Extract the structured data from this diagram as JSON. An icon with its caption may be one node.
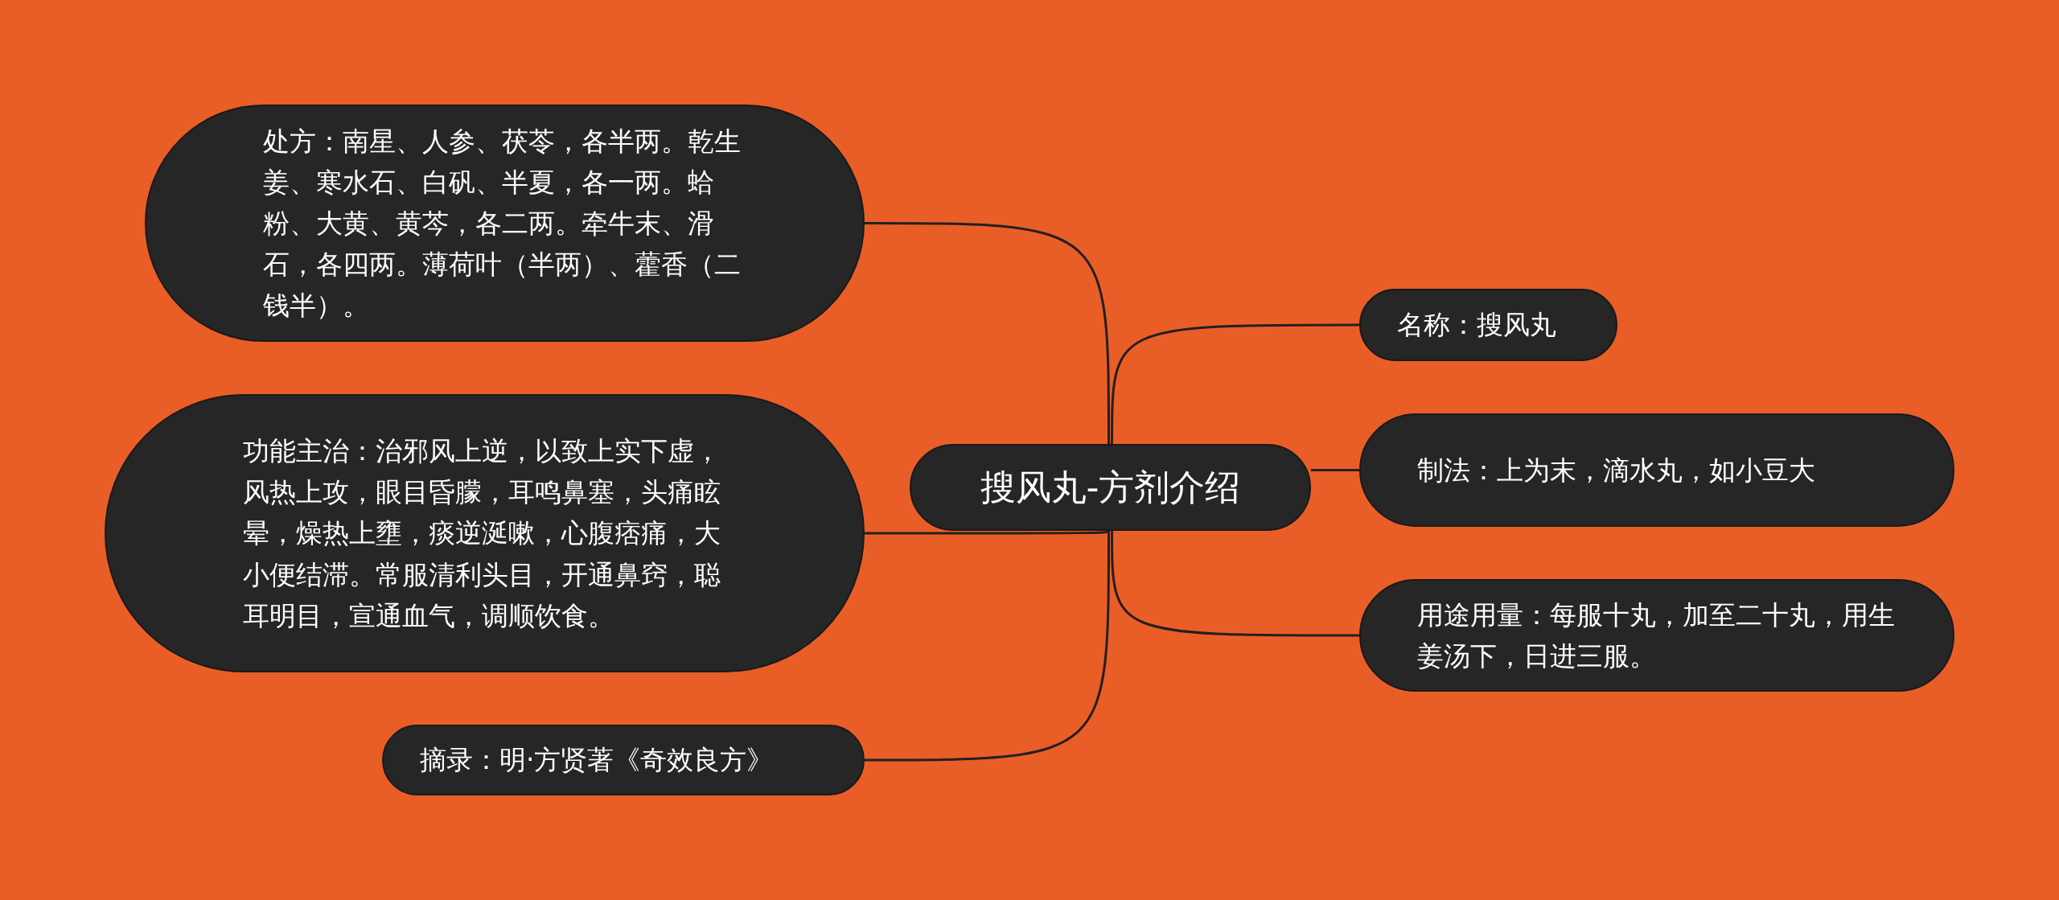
{
  "diagram": {
    "nodes": [
      {
        "text": [
          "搜风丸-方剂介绍"
        ]
      },
      {
        "text": [
          "处方：南星、人参、茯苓，各半两。乾生姜、寒水石、白矾、半夏，各一两。蛤粉、大黄、黄芩，各二两。牵牛末、滑石，各四两。薄荷叶（半两）、藿香（二钱半）。"
        ]
      },
      {
        "text": [
          "功能主治：治邪风上逆，以致上实下虚，风热上攻，眼目昏朦，耳鸣鼻塞，头痛眩晕，燥热上壅，痰逆涎嗽，心腹痞痛，大小便结滞。常服清利头目，开通鼻窍，聪耳明目，宣通血气，调顺饮食。"
        ]
      },
      {
        "text": [
          "摘录：明·方贤著《奇效良方》"
        ]
      },
      {
        "text": [
          "名称：搜风丸"
        ]
      },
      {
        "text": [
          "制法：上为末，滴水丸，如小豆大"
        ]
      },
      {
        "text": [
          "用途用量：每服十丸，加至二十丸，用生姜汤下，日进三服。"
        ]
      }
    ],
    "edges": [
      {
        "from": 0,
        "to": 1,
        "arrow": "none"
      },
      {
        "from": 0,
        "to": 2,
        "arrow": "none"
      },
      {
        "from": 0,
        "to": 3,
        "arrow": "none"
      },
      {
        "from": 0,
        "to": 4,
        "arrow": "none"
      },
      {
        "from": 0,
        "to": 5,
        "arrow": "none"
      },
      {
        "from": 0,
        "to": 6,
        "arrow": "none"
      }
    ]
  }
}
